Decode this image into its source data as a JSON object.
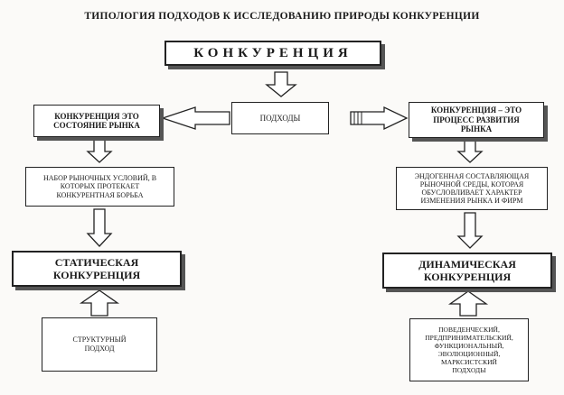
{
  "title": "ТИПОЛОГИЯ ПОДХОДОВ К ИССЛЕДОВАНИЮ ПРИРОДЫ КОНКУРЕНЦИИ",
  "main": {
    "label": "КОНКУРЕНЦИЯ"
  },
  "center": {
    "label": "ПОДХОДЫ"
  },
  "left": {
    "head": "КОНКУРЕНЦИЯ  ЭТО\nСОСТОЯНИЕ РЫНКА",
    "desc": "НАБОР РЫНОЧНЫХ УСЛОВИЙ, В\nКОТОРЫХ ПРОТЕКАЕТ\nКОНКУРЕНТНАЯ БОРЬБА",
    "result": "СТАТИЧЕСКАЯ\nКОНКУРЕНЦИЯ",
    "source": "СТРУКТУРНЫЙ\nПОДХОД"
  },
  "right": {
    "head": "КОНКУРЕНЦИЯ – ЭТО\nПРОЦЕСС РАЗВИТИЯ\nРЫНКА",
    "desc": "ЭНДОГЕННАЯ СОСТАВЛЯЮЩАЯ\nРЫНОЧНОЙ СРЕДЫ, КОТОРАЯ\nОБУСЛОВЛИВАЕТ ХАРАКТЕР\nИЗМЕНЕНИЯ РЫНКА И ФИРМ",
    "result": "ДИНАМИЧЕСКАЯ\nКОНКУРЕНЦИЯ",
    "source": "ПОВЕДЕНЧЕСКИЙ,\nПРЕДПРИНИМАТЕЛЬСКИЙ,\nФУНКЦИОНАЛЬНЫЙ,\nЭВОЛЮЦИОННЫЙ,\nМАРКСИСТСКИЙ\nПОДХОДЫ"
  }
}
